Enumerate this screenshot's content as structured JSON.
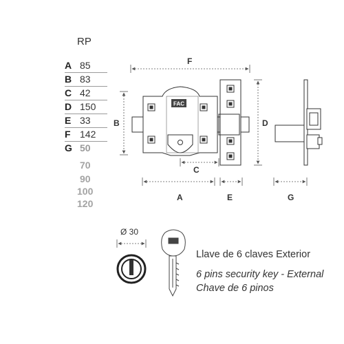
{
  "model": "RP",
  "specs": [
    {
      "key": "A",
      "value": "85"
    },
    {
      "key": "B",
      "value": "83"
    },
    {
      "key": "C",
      "value": "42"
    },
    {
      "key": "D",
      "value": "150"
    },
    {
      "key": "E",
      "value": "33"
    },
    {
      "key": "F",
      "value": "142"
    }
  ],
  "g_spec": {
    "key": "G",
    "values": [
      "50",
      "70",
      "90",
      "100",
      "120"
    ]
  },
  "dimension_labels": {
    "A": "A",
    "B": "B",
    "C": "C",
    "D": "D",
    "E": "E",
    "F": "F",
    "G": "G"
  },
  "cylinder_diameter": "Ø 30",
  "logo_text": "FAC",
  "key_description": {
    "es": "Llave de 6 claves Exterior",
    "en": "6 pins security key - External",
    "pt": "Chave de 6 pinos"
  }
}
